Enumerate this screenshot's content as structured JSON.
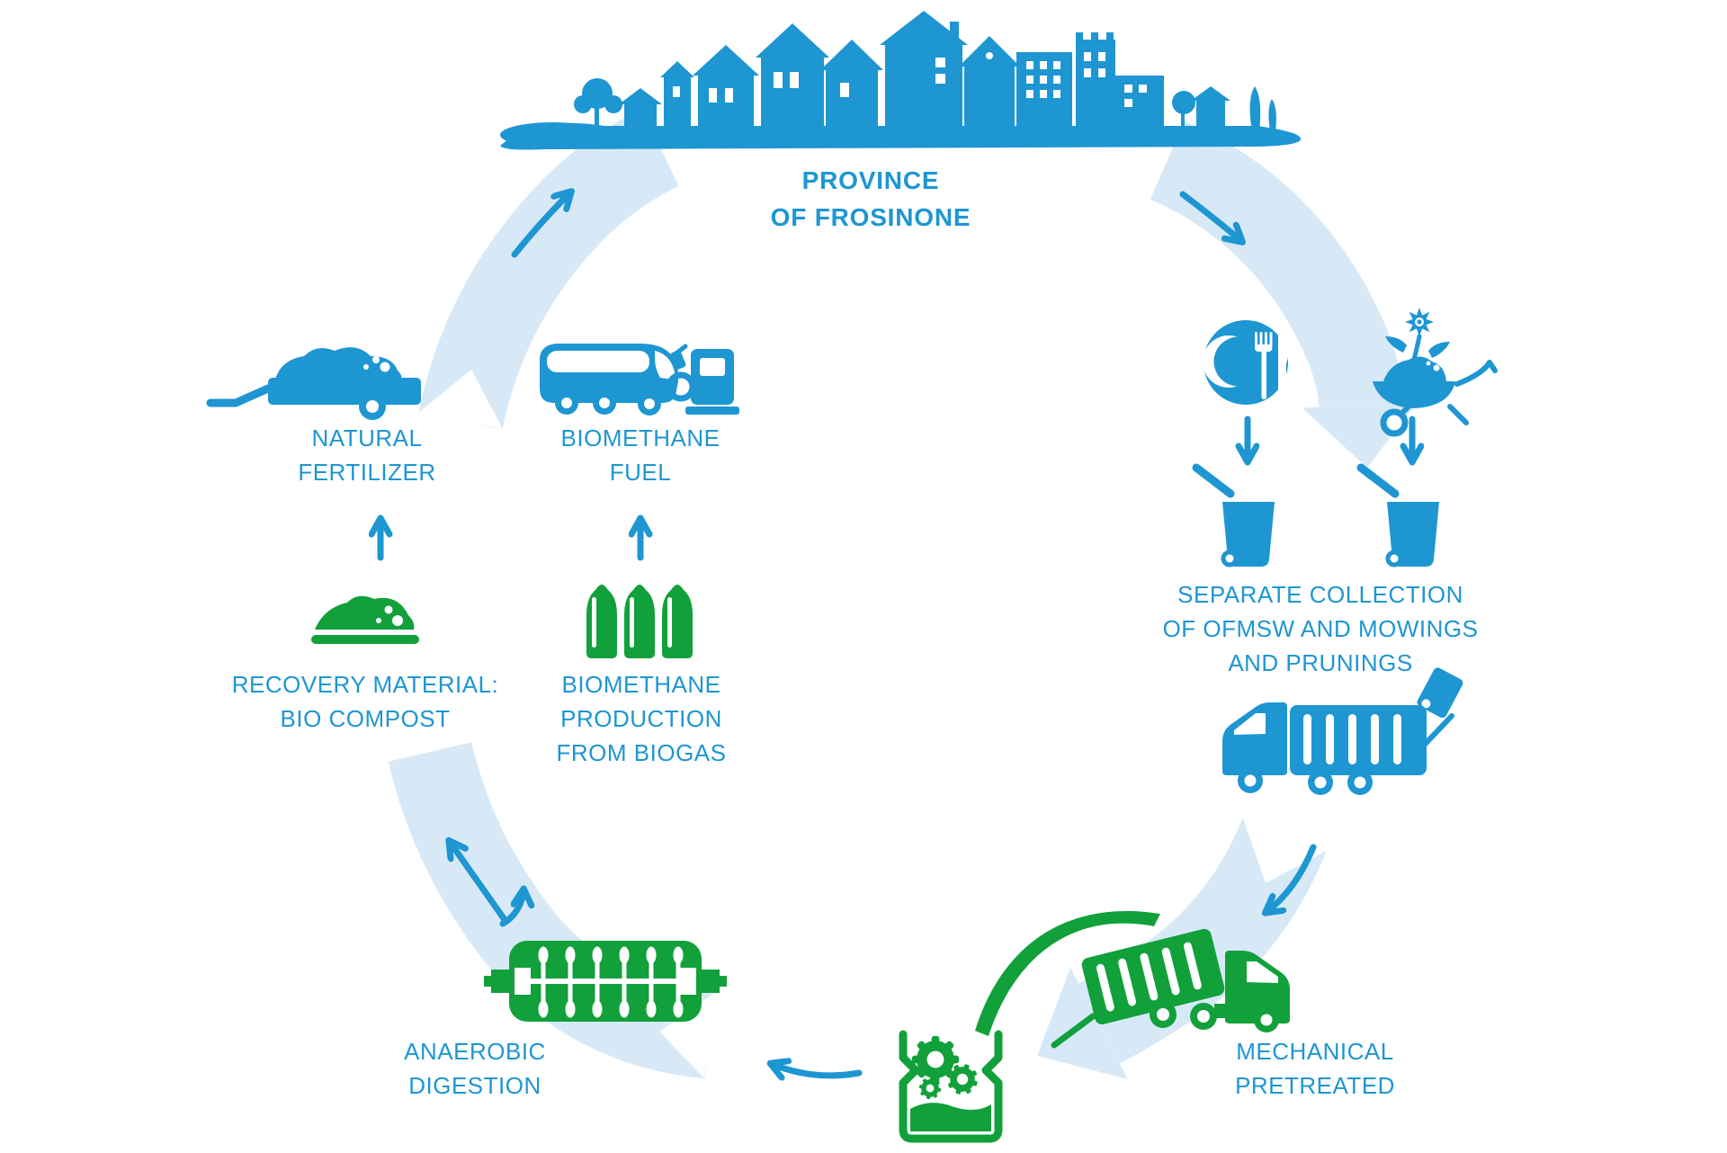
{
  "colors": {
    "primary_blue": "#1e96d2",
    "accent_green": "#12a03b",
    "band_light_blue": "#d7e9f6",
    "background": "#ffffff"
  },
  "title": "PROVINCE\nOF FROSINONE",
  "stages": {
    "separate_collection": "SEPARATE COLLECTION\nOF OFMSW AND MOWINGS\nAND PRUNINGS",
    "mechanical_pretreated": "MECHANICAL\nPRETREATED",
    "anaerobic_digestion": "ANAEROBIC\nDIGESTION",
    "recovery_material": "RECOVERY MATERIAL:\nBIO COMPOST",
    "biomethane_production": "BIOMETHANE\nPRODUCTION\nFROM BIOGAS",
    "biomethane_fuel": "BIOMETHANE\nFUEL",
    "natural_fertilizer": "NATURAL\nFERTILIZER"
  },
  "icons": [
    "city-skyline-icon",
    "plate-cutlery-icon",
    "wheelbarrow-flower-icon",
    "waste-bin-icon",
    "garbage-truck-icon",
    "dump-truck-icon",
    "pretreatment-hopper-gears-icon",
    "anaerobic-digester-icon",
    "compost-pile-icon",
    "gas-cylinders-icon",
    "fertilizer-trailer-icon",
    "bus-icon",
    "fuel-pump-icon"
  ],
  "flow_order": [
    "province_of_frosinone",
    "separate_collection",
    "mechanical_pretreated",
    "anaerobic_digestion",
    "recovery_material",
    "biomethane_production",
    "natural_fertilizer",
    "biomethane_fuel",
    "province_of_frosinone"
  ]
}
